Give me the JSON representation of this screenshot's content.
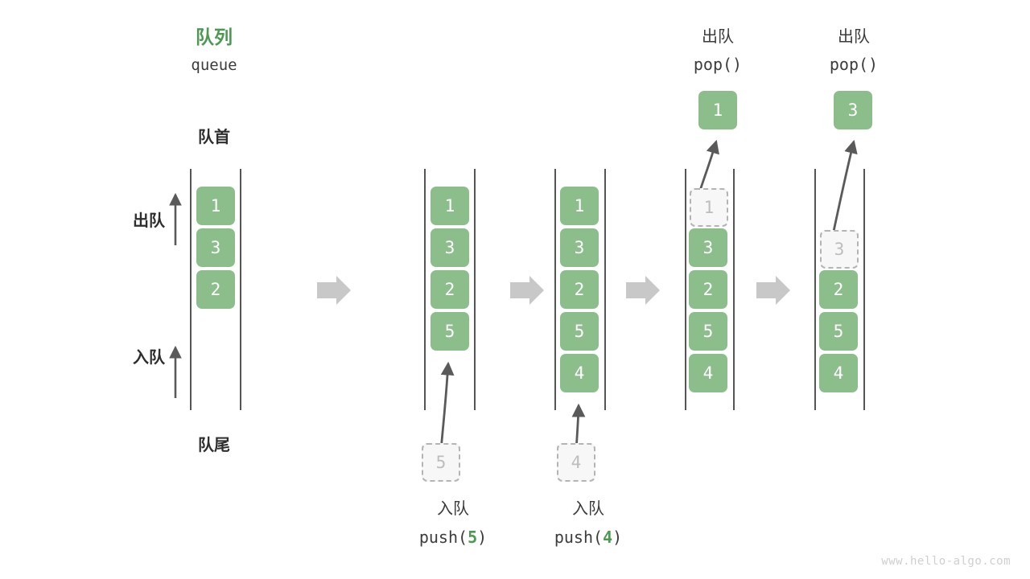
{
  "title": {
    "cn": "队列",
    "en": "queue",
    "color": "#4c9a52"
  },
  "labels": {
    "front": "队首",
    "rear": "队尾",
    "dequeue": "出队",
    "enqueue": "入队"
  },
  "watermark": "www.hello-algo.com",
  "colors": {
    "green": "#8cbe8c",
    "green_text": "#4c9a52",
    "rail": "#555555",
    "ghost_border": "#b4b4b4",
    "ghost_fill": "#f7f7f7",
    "ghost_text": "#bdbdbd",
    "arrow": "#5a5a5a",
    "step_arrow": "#c8c8c8",
    "watermark": "#cfcfcf"
  },
  "steps": [
    {
      "id": "initial",
      "caption_cn": "",
      "caption_code": "",
      "cells": [
        {
          "value": "1",
          "state": "solid"
        },
        {
          "value": "3",
          "state": "solid"
        },
        {
          "value": "2",
          "state": "solid"
        }
      ]
    },
    {
      "id": "push-5",
      "caption_cn": "入队",
      "caption_code": "push(",
      "caption_arg": "5",
      "caption_code_end": ")",
      "incoming": "5",
      "cells": [
        {
          "value": "1",
          "state": "solid"
        },
        {
          "value": "3",
          "state": "solid"
        },
        {
          "value": "2",
          "state": "solid"
        },
        {
          "value": "5",
          "state": "solid"
        }
      ]
    },
    {
      "id": "push-4",
      "caption_cn": "入队",
      "caption_code": "push(",
      "caption_arg": "4",
      "caption_code_end": ")",
      "incoming": "4",
      "cells": [
        {
          "value": "1",
          "state": "solid"
        },
        {
          "value": "3",
          "state": "solid"
        },
        {
          "value": "2",
          "state": "solid"
        },
        {
          "value": "5",
          "state": "solid"
        },
        {
          "value": "4",
          "state": "solid"
        }
      ]
    },
    {
      "id": "pop-1",
      "header_cn": "出队",
      "header_code": "pop()",
      "popped": "1",
      "cells": [
        {
          "value": "1",
          "state": "ghost"
        },
        {
          "value": "3",
          "state": "solid"
        },
        {
          "value": "2",
          "state": "solid"
        },
        {
          "value": "5",
          "state": "solid"
        },
        {
          "value": "4",
          "state": "solid"
        }
      ]
    },
    {
      "id": "pop-3",
      "header_cn": "出队",
      "header_code": "pop()",
      "popped": "3",
      "cells": [
        {
          "value": "",
          "state": "empty"
        },
        {
          "value": "3",
          "state": "ghost"
        },
        {
          "value": "2",
          "state": "solid"
        },
        {
          "value": "5",
          "state": "solid"
        },
        {
          "value": "4",
          "state": "solid"
        }
      ]
    }
  ]
}
